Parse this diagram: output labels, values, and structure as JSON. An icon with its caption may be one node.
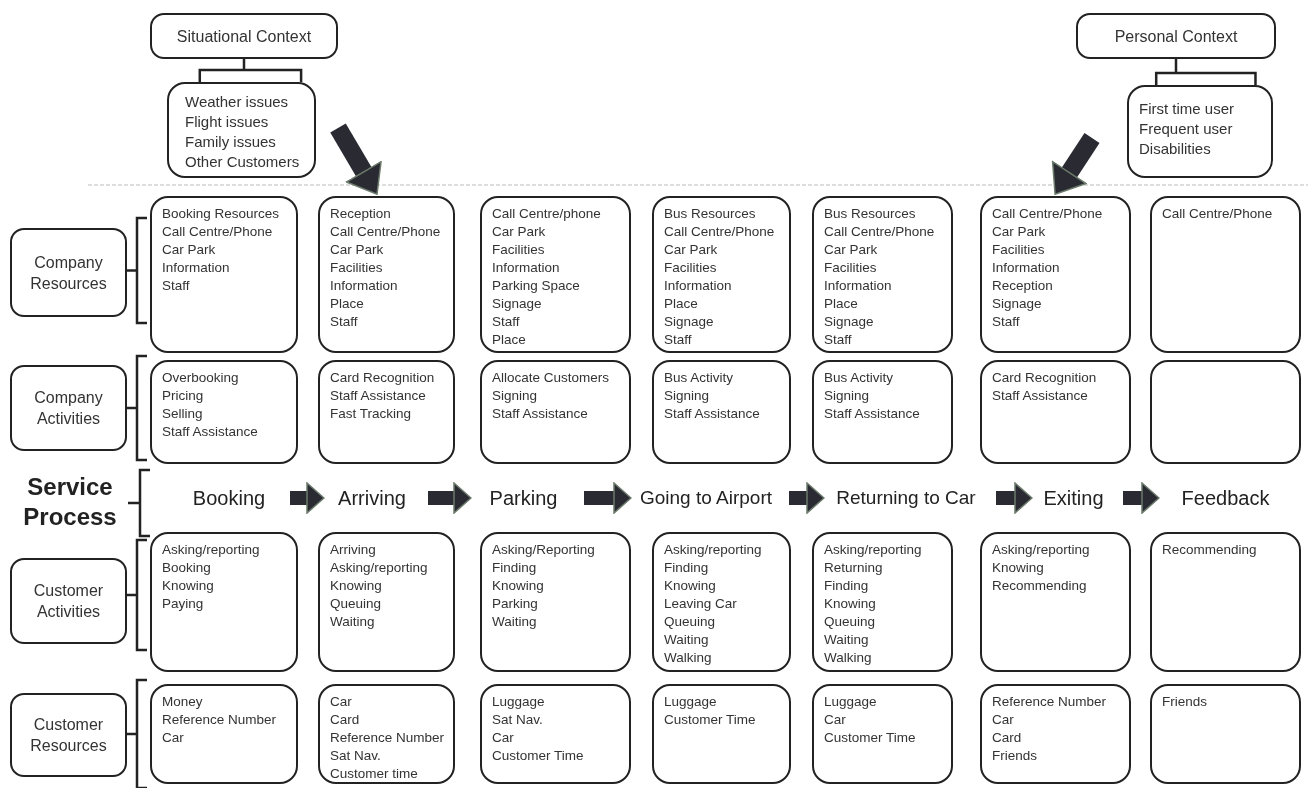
{
  "diagram": {
    "nodes": [
      {
        "text": [
          "Situational Context"
        ]
      },
      {
        "text": [
          "Weather issues",
          "Flight  issues",
          "Family issues",
          "Other Customers"
        ]
      },
      {
        "text": [
          "Personal Context"
        ]
      },
      {
        "text": [
          "First time user",
          "Frequent user",
          "Disabilities"
        ]
      },
      {
        "text": [
          "Company Resources"
        ]
      },
      {
        "text": [
          "Booking Resources",
          "Call Centre/Phone",
          "Car Park",
          "Information",
          "Staff"
        ]
      },
      {
        "text": [
          "Reception",
          "Call Centre/Phone",
          "Car Park",
          "Facilities",
          "Information",
          "Place",
          "Staff"
        ]
      },
      {
        "text": [
          "Call Centre/phone",
          "Car Park",
          "Facilities",
          "Information",
          "Parking Space",
          "Signage",
          "Staff",
          "Place"
        ]
      },
      {
        "text": [
          "Bus Resources",
          "Call Centre/Phone",
          "Car Park",
          "Facilities",
          "Information",
          "Place",
          "Signage",
          "Staff"
        ]
      },
      {
        "text": [
          "Bus Resources",
          "Call Centre/Phone",
          "Car Park",
          "Facilities",
          "Information",
          "Place",
          "Signage",
          "Staff"
        ]
      },
      {
        "text": [
          "Call Centre/Phone",
          "Car Park",
          "Facilities",
          "Information",
          "Reception",
          "Signage",
          "Staff"
        ]
      },
      {
        "text": [
          "Call Centre/Phone"
        ]
      },
      {
        "text": [
          "Company Activities"
        ]
      },
      {
        "text": [
          "Overbooking",
          "Pricing",
          "Selling",
          "Staff Assistance"
        ]
      },
      {
        "text": [
          "Card Recognition",
          "Staff Assistance",
          "Fast Tracking"
        ]
      },
      {
        "text": [
          "Allocate Customers",
          "Signing",
          "Staff Assistance"
        ]
      },
      {
        "text": [
          "Bus Activity",
          "Signing",
          "Staff Assistance"
        ]
      },
      {
        "text": [
          "Bus Activity",
          "Signing",
          "Staff Assistance"
        ]
      },
      {
        "text": [
          "Card Recognition",
          "Staff Assistance"
        ]
      },
      {
        "text": [],
        "shape": "box"
      },
      {
        "text": [
          "Booking"
        ]
      },
      {
        "text": [
          "Arriving"
        ]
      },
      {
        "text": [
          "Parking"
        ]
      },
      {
        "text": [
          "Going to Airport"
        ]
      },
      {
        "text": [
          "Returning to Car"
        ]
      },
      {
        "text": [
          "Exiting"
        ]
      },
      {
        "text": [
          "Feedback"
        ]
      },
      {
        "text": [
          "Customer Activities"
        ]
      },
      {
        "text": [
          "Asking/reporting",
          "Booking",
          "Knowing",
          "Paying"
        ]
      },
      {
        "text": [
          "Arriving",
          "Asking/reporting",
          "Knowing",
          "Queuing",
          "Waiting"
        ]
      },
      {
        "text": [
          "Asking/Reporting",
          "Finding",
          "Knowing",
          "Parking",
          "Waiting"
        ]
      },
      {
        "text": [
          "Asking/reporting",
          "Finding",
          "Knowing",
          "Leaving  Car",
          "Queuing",
          "Waiting",
          "Walking"
        ]
      },
      {
        "text": [
          "Asking/reporting",
          "Returning",
          "Finding",
          "Knowing",
          "Queuing",
          "Waiting",
          "Walking"
        ]
      },
      {
        "text": [
          "Asking/reporting",
          "Knowing",
          "Recommending"
        ]
      },
      {
        "text": [
          "Recommending"
        ]
      },
      {
        "text": [
          "Customer Resources"
        ]
      },
      {
        "text": [
          "Money",
          "Reference  Number",
          "Car"
        ]
      },
      {
        "text": [
          "Car",
          "Card",
          "Reference  Number",
          "Sat Nav.",
          "Customer time"
        ]
      },
      {
        "text": [
          "Luggage",
          "Sat Nav.",
          "Car",
          "Customer Time"
        ]
      },
      {
        "text": [
          "Luggage",
          "Customer Time"
        ]
      },
      {
        "text": [
          "Luggage",
          "Car",
          "Customer Time"
        ]
      },
      {
        "text": [
          "Reference  Number",
          "Car",
          "Card",
          "Friends"
        ]
      },
      {
        "text": [
          "Friends"
        ]
      }
    ],
    "edges": [
      {
        "from": 0,
        "to": 1,
        "arrow": "none"
      },
      {
        "from": null,
        "to": 6,
        "arrow": "to"
      },
      {
        "from": 2,
        "to": 3,
        "arrow": "none"
      },
      {
        "from": null,
        "to": 10,
        "arrow": "to"
      },
      {
        "from": 20,
        "to": 21,
        "arrow": "to"
      },
      {
        "from": 21,
        "to": 22,
        "arrow": "to"
      },
      {
        "from": 22,
        "to": 23,
        "arrow": "to"
      },
      {
        "from": 23,
        "to": 24,
        "arrow": "to"
      },
      {
        "from": 24,
        "to": 25,
        "arrow": "to"
      },
      {
        "from": 25,
        "to": 26,
        "arrow": "to"
      }
    ],
    "labels": [
      "Service Process"
    ]
  }
}
